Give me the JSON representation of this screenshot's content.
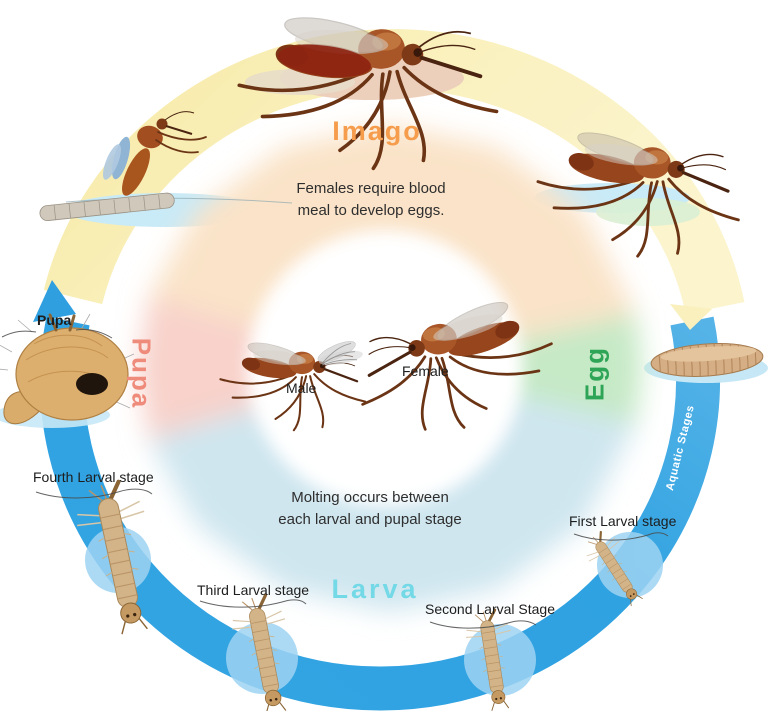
{
  "cycle": {
    "imago": "Imago",
    "pupa": "Pupa",
    "egg": "Egg",
    "larva": "Larva"
  },
  "notes": {
    "blood": "Females require blood\nmeal to develop eggs.",
    "molting": "Molting occurs between\neach larval and pupal stage"
  },
  "labels": {
    "male": "Male",
    "female": "Female",
    "pupa": "Pupa",
    "fourth": "Fourth Larval stage",
    "third": "Third Larval stage",
    "second": "Second Larval Stage",
    "first": "First Larval stage",
    "aquatic": "Aquatic Stages"
  },
  "colors": {
    "imago_orange": "#F59D4D",
    "pupa_salmon": "#EE8B7B",
    "egg_green": "#2EA457",
    "larva_cyan": "#74D9E6",
    "band_blue": "#34A4E2",
    "ring_yellow": "#F9F0BE",
    "sector_peach": "#FAE3C8",
    "sector_pink": "#F8D2CB",
    "sector_green": "#C6E9C6",
    "sector_blue": "#CFE6EF",
    "label_dark": "#1D1D1D"
  },
  "illustrations": [
    "blood-fed-adult-mosquito-icon",
    "resting-adult-mosquito-icon",
    "emerging-adult-mosquito-icon",
    "male-mosquito-icon",
    "female-mosquito-icon",
    "pupa-icon",
    "egg-raft-icon",
    "first-larva-icon",
    "second-larva-icon",
    "third-larva-icon",
    "fourth-larva-icon"
  ]
}
